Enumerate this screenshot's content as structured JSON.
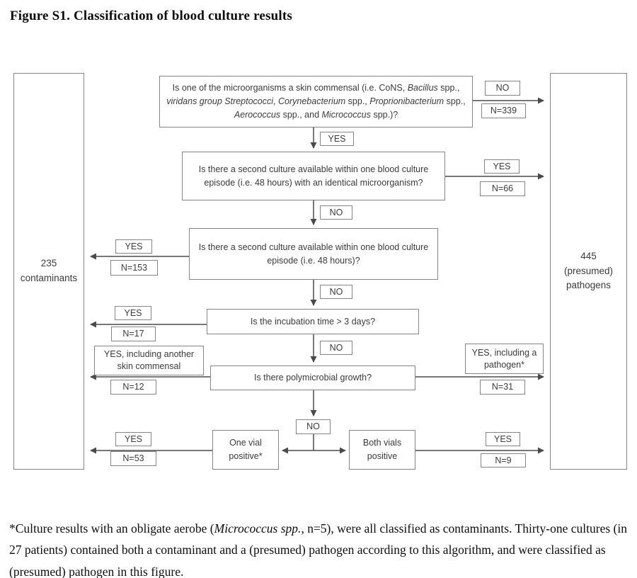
{
  "title": "Figure S1. Classification of blood culture results",
  "outcomes": {
    "contaminants": "235\ncontaminants",
    "pathogens": "445\n(presumed)\npathogens"
  },
  "questions": {
    "q1_runs": [
      {
        "t": "Is one of the microorganisms a skin commensal (i.e. CoNS, "
      },
      {
        "t": "Bacillus",
        "i": true
      },
      {
        "t": " spp., "
      },
      {
        "t": "viridans group Streptococci",
        "i": true
      },
      {
        "t": ", "
      },
      {
        "t": "Corynebacterium",
        "i": true
      },
      {
        "t": " spp., "
      },
      {
        "t": "Proprionibacterium",
        "i": true
      },
      {
        "t": " spp., "
      },
      {
        "t": "Aerococcus",
        "i": true
      },
      {
        "t": " spp., and "
      },
      {
        "t": "Micrococcus",
        "i": true
      },
      {
        "t": " spp.)?"
      }
    ],
    "q2": "Is there a second culture available within one blood culture episode (i.e. 48 hours) with an identical microorganism?",
    "q3": "Is there a second culture available within one blood culture episode (i.e. 48 hours)?",
    "q4": "Is the incubation time > 3 days?",
    "q5": "Is there polymicrobial growth?"
  },
  "terminals": {
    "one_vial": "One vial\npositive*",
    "both_vials": "Both vials\npositive"
  },
  "labels": {
    "yes": "YES",
    "no": "NO",
    "yes_skin": "YES, including another\nskin commensal",
    "yes_pathogen": "YES, including a\npathogen*"
  },
  "counts": {
    "no_skin_commensal": "N=339",
    "second_identical": "N=66",
    "second_culture": "N=153",
    "incubation": "N=17",
    "poly_skin": "N=12",
    "poly_pathogen": "N=31",
    "one_vial": "N=53",
    "both_vials": "N=9"
  },
  "footnote_runs": [
    {
      "t": "*Culture results with an obligate aerobe ("
    },
    {
      "t": "Micrococcus spp.",
      "i": true
    },
    {
      "t": ", n=5), were all classified as contaminants. Thirty-one cultures (in 27 patients) contained both a contaminant and a (presumed) pathogen according to this algorithm, and were classified as (presumed) pathogen in this figure."
    }
  ],
  "colors": {
    "box_border": "#858585",
    "arrow": "#4a4a4a",
    "text": "#3b3b3b"
  }
}
